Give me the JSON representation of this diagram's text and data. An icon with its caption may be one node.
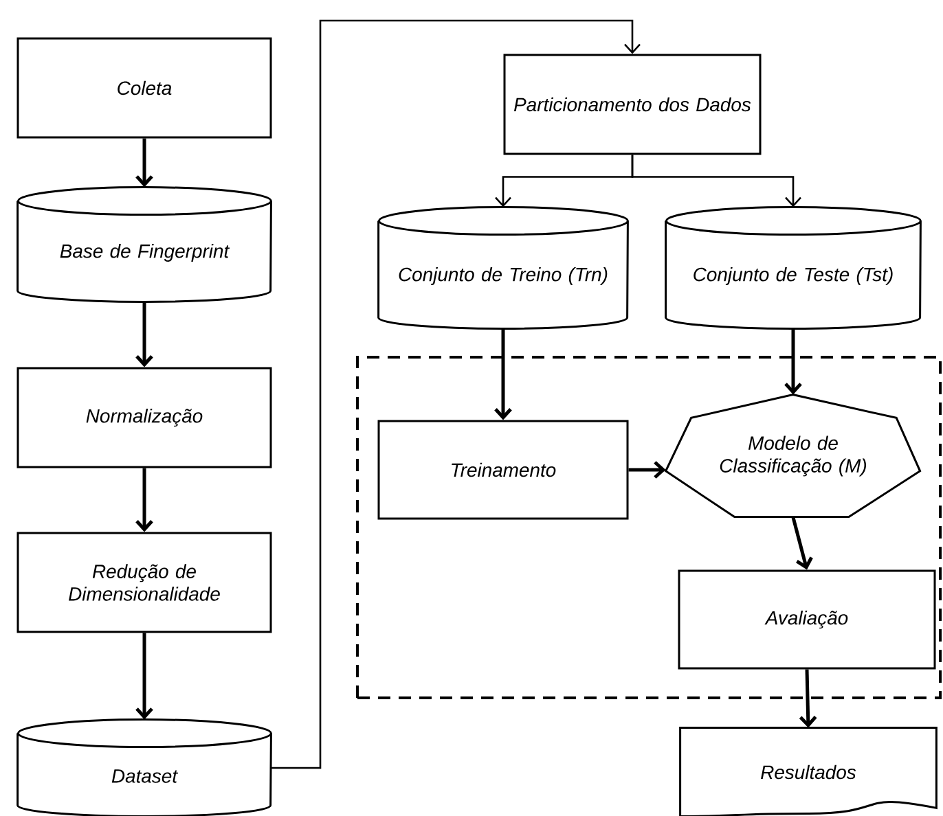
{
  "diagram": {
    "nodes": [
      {
        "text": [
          "Coleta"
        ]
      },
      {
        "text": [
          "Base de Fingerprint"
        ]
      },
      {
        "text": [
          "Normalização"
        ]
      },
      {
        "text": [
          "Redução de Dimensionalidade"
        ]
      },
      {
        "text": [
          "Dataset"
        ]
      },
      {
        "text": [
          "Particionamento dos Dados"
        ]
      },
      {
        "text": [
          "Conjunto de Treino (Trn)"
        ]
      },
      {
        "text": [
          "Conjunto de Teste (Tst)"
        ]
      },
      {
        "text": [],
        "shape": "box"
      },
      {
        "text": [
          "Treinamento"
        ],
        "in": 8
      },
      {
        "text": [
          "Modelo de Classificação (M)"
        ],
        "in": 8
      },
      {
        "text": [
          "Avaliação"
        ],
        "in": 8
      },
      {
        "text": [
          "Resultados"
        ]
      }
    ],
    "edges": [
      {
        "from": 0,
        "to": 1,
        "arrow": "to"
      },
      {
        "from": 1,
        "to": 2,
        "arrow": "to"
      },
      {
        "from": 2,
        "to": 3,
        "arrow": "to"
      },
      {
        "from": 3,
        "to": 4,
        "arrow": "to"
      },
      {
        "from": 4,
        "to": 5,
        "arrow": "to"
      },
      {
        "from": 5,
        "to": 6,
        "arrow": "to"
      },
      {
        "from": 5,
        "to": 7,
        "arrow": "to"
      },
      {
        "from": 6,
        "to": 9,
        "arrow": "to"
      },
      {
        "from": 7,
        "to": 10,
        "arrow": "to"
      },
      {
        "from": 9,
        "to": 10,
        "arrow": "to"
      },
      {
        "from": 10,
        "to": 11,
        "arrow": "to"
      },
      {
        "from": 11,
        "to": 12,
        "arrow": "to"
      }
    ]
  }
}
